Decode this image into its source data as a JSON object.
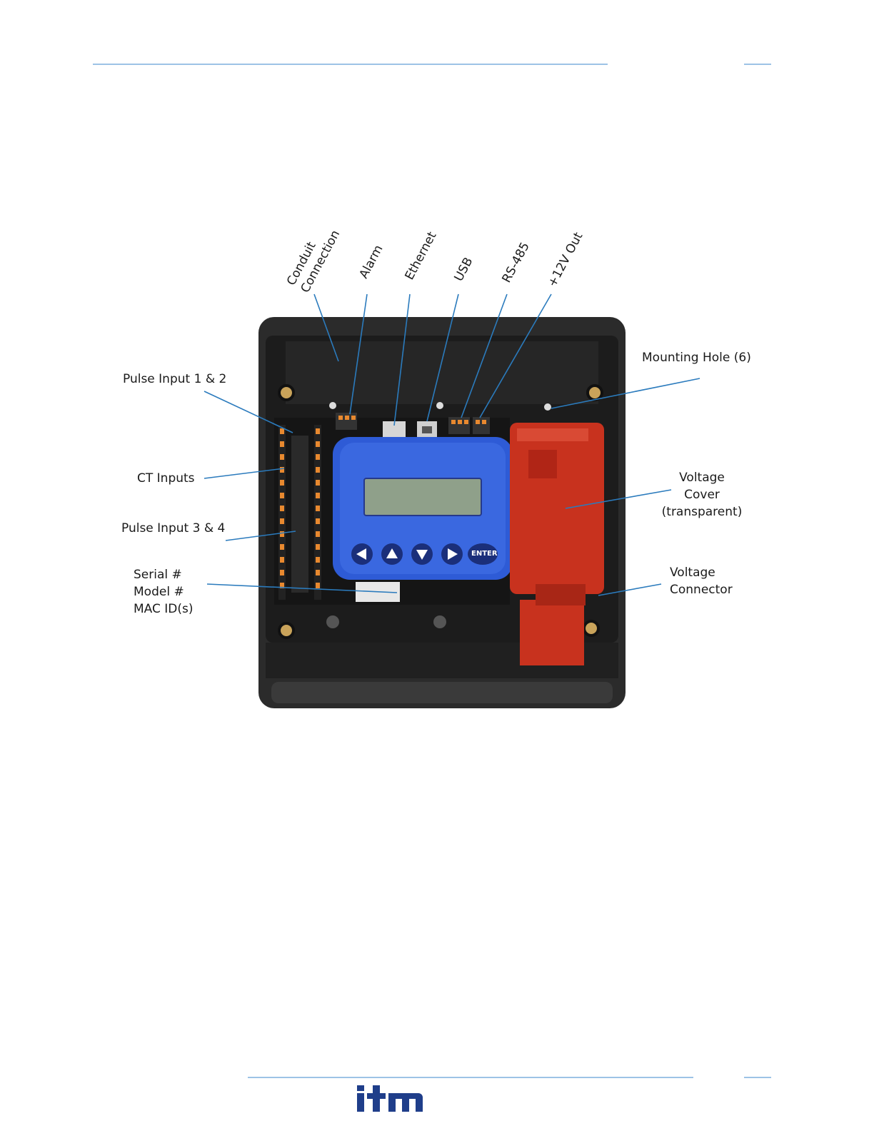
{
  "header": {
    "rule_color": "#9dc3e6"
  },
  "labels_top": [
    {
      "line1": "Conduit",
      "line2": "Connection"
    },
    {
      "line1": "Alarm"
    },
    {
      "line1": "Ethernet"
    },
    {
      "line1": "USB"
    },
    {
      "line1": "RS-485"
    },
    {
      "line1": "+12V Out"
    }
  ],
  "labels_left": {
    "pulse12": "Pulse Input 1 & 2",
    "ct": "CT Inputs",
    "pulse34": "Pulse Input 3 & 4",
    "serial": [
      "Serial #",
      "Model #",
      "MAC ID(s)"
    ]
  },
  "labels_right": {
    "mounting": "Mounting Hole (6)",
    "voltage_cover": [
      "Voltage",
      "Cover",
      "(transparent)"
    ],
    "voltage_connector": [
      "Voltage",
      "Connector"
    ]
  },
  "device": {
    "enter_key": "ENTER",
    "colors": {
      "enclosure": "#2b2b2b",
      "faceplate": "#2e5bd6",
      "voltage_cover": "#c8321e",
      "terminal": "#e8892f",
      "leader": "#2b7bbd"
    }
  },
  "footer": {
    "logo_text": "itm"
  }
}
